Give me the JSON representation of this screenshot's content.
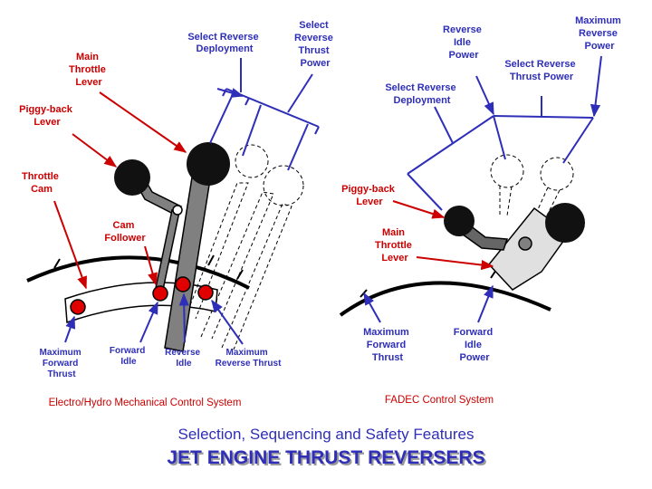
{
  "left": {
    "caption": "Electro/Hydro Mechanical Control System",
    "labels": {
      "main_throttle_lever": [
        "Main",
        "Throttle",
        "Lever"
      ],
      "piggyback_lever": [
        "Piggy-back",
        "Lever"
      ],
      "throttle_cam": [
        "Throttle",
        "Cam"
      ],
      "cam_follower": [
        "Cam",
        "Follower"
      ],
      "select_reverse_deployment": [
        "Select Reverse",
        "Deployment"
      ],
      "select_reverse_thrust_power": [
        "Select",
        "Reverse",
        "Thrust",
        "Power"
      ],
      "maximum_forward_thrust": [
        "Maximum",
        "Forward",
        "Thrust"
      ],
      "forward_idle": [
        "Forward",
        "Idle"
      ],
      "reverse_idle": [
        "Reverse",
        "Idle"
      ],
      "maximum_reverse_thrust": [
        "Maximum",
        "Reverse Thrust"
      ]
    }
  },
  "right": {
    "caption": "FADEC Control System",
    "labels": {
      "reverse_idle_power": [
        "Reverse",
        "Idle",
        "Power"
      ],
      "maximum_reverse_power": [
        "Maximum",
        "Reverse",
        "Power"
      ],
      "select_reverse_thrust_power": [
        "Select Reverse",
        "Thrust Power"
      ],
      "select_reverse_deployment": [
        "Select Reverse",
        "Deployment"
      ],
      "piggyback_lever": [
        "Piggy-back",
        "Lever"
      ],
      "main_throttle_lever": [
        "Main",
        "Throttle",
        "Lever"
      ],
      "maximum_forward_thrust": [
        "Maximum",
        "Forward",
        "Thrust"
      ],
      "forward_idle_power": [
        "Forward",
        "Idle",
        "Power"
      ]
    }
  },
  "footer": {
    "subtitle": "Selection, Sequencing and Safety Features",
    "title": "JET ENGINE THRUST REVERSERS"
  },
  "colors": {
    "label_red": "#cc0000",
    "label_blue": "#2e2eb8",
    "knob": "#111111",
    "lever_gray": "#808080",
    "detent_red": "#e00000"
  }
}
